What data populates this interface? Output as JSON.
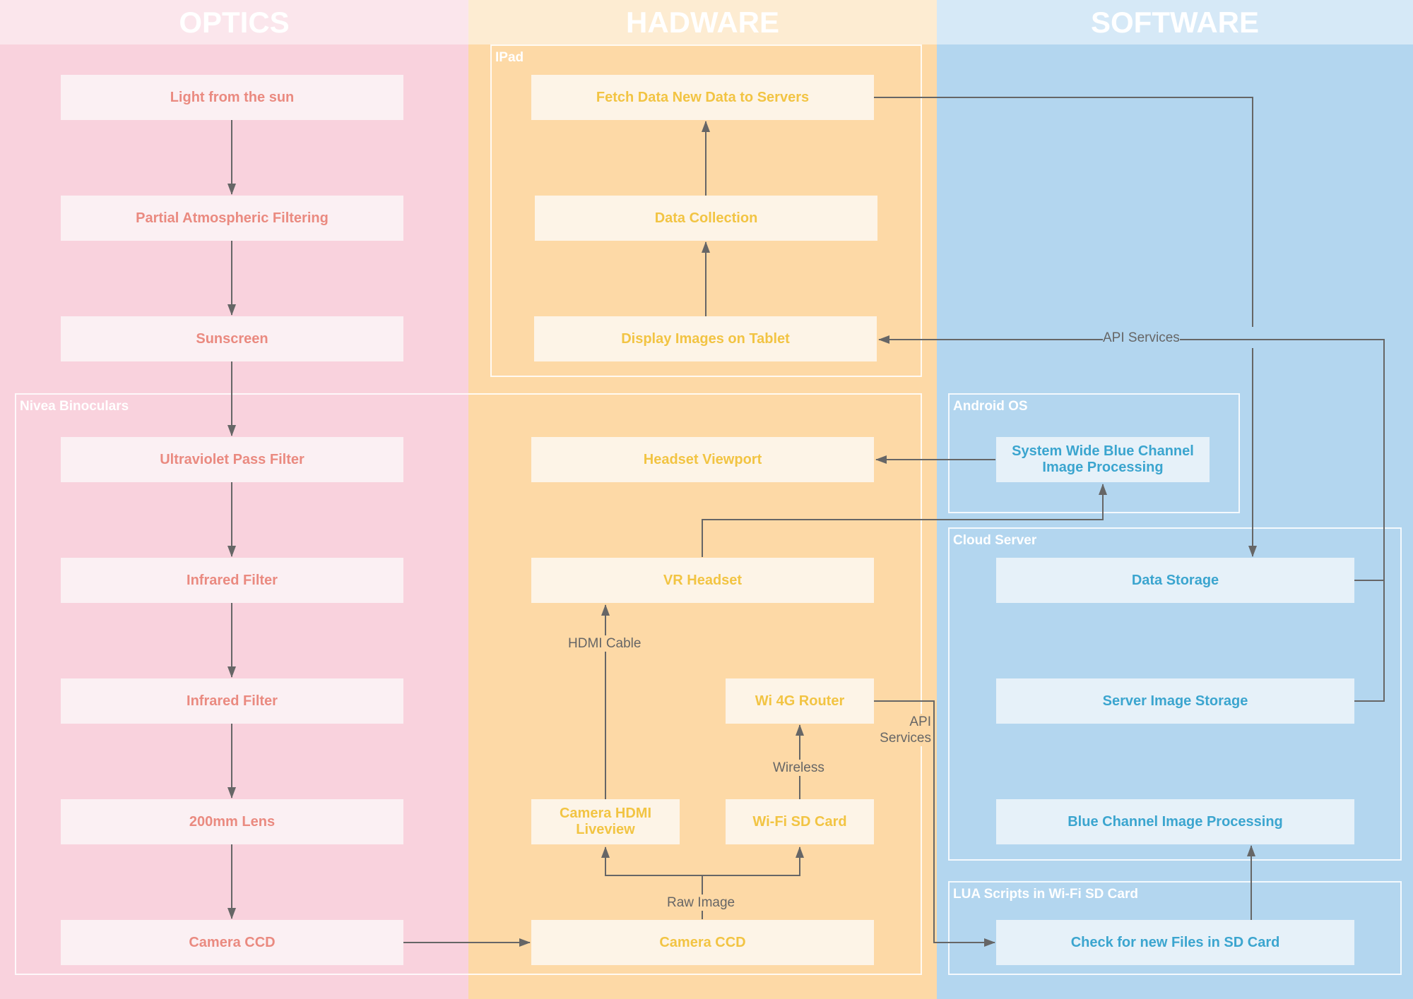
{
  "colors": {
    "optics_lane": "#f9d2dd",
    "optics_head": "#fbe6ec",
    "hardware_lane": "#fdd9a6",
    "hardware_head": "#fdecd2",
    "software_lane": "#b3d6ef",
    "software_head": "#d6e9f7",
    "edge": "#666666"
  },
  "lanes": {
    "optics": "OPTICS",
    "hardware": "HADWARE",
    "software": "SOFTWARE"
  },
  "groups": {
    "ipad": "IPad",
    "nivea": "Nivea Binoculars",
    "android": "Android OS",
    "cloud": "Cloud Server",
    "lua": "LUA Scripts in Wi-Fi SD Card"
  },
  "nodes": {
    "light_from_sun": "Light from the sun",
    "partial_filtering": "Partial Atmospheric Filtering",
    "sunscreen": "Sunscreen",
    "uv_filter": "Ultraviolet Pass Filter",
    "infrared_filter_1": "Infrared Filter",
    "infrared_filter_2": "Infrared Filter",
    "lens_200mm": "200mm Lens",
    "camera_ccd_optics": "Camera CCD",
    "fetch_data": "Fetch Data New Data to Servers",
    "data_collection": "Data Collection",
    "display_images": "Display Images on Tablet",
    "headset_viewport": "Headset Viewport",
    "vr_headset": "VR Headset",
    "wi4g_router": "Wi 4G Router",
    "camera_hdmi": "Camera HDMI Liveview",
    "wifi_sd_card": "Wi-Fi SD Card",
    "camera_ccd_hw": "Camera CCD",
    "blue_channel_system": "System Wide Blue Channel Image Processing",
    "data_storage": "Data Storage",
    "server_image_storage": "Server Image Storage",
    "blue_channel_processing": "Blue Channel Image Processing",
    "check_new_files": "Check for new Files in SD Card"
  },
  "edge_labels": {
    "api_services_top": "API Services",
    "hdmi_cable": "HDMI Cable",
    "wireless": "Wireless",
    "raw_image": "Raw Image",
    "api_services_router": "API Services"
  }
}
